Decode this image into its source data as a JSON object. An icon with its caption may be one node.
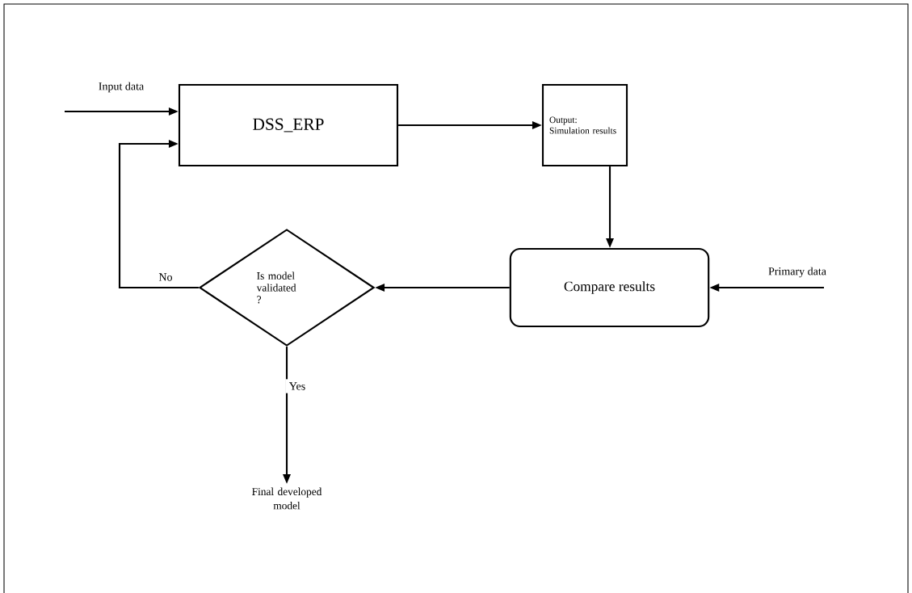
{
  "diagram": {
    "nodes": [
      {
        "text": [
          "DSS_ERP"
        ]
      },
      {
        "text": [
          "Output: Simulation results"
        ]
      },
      {
        "text": [
          "Compare results"
        ]
      },
      {
        "text": [
          "Is model validated ?"
        ]
      },
      {
        "text": [
          "Final developed model"
        ]
      }
    ],
    "edges": [
      {
        "from": null,
        "to": 0,
        "arrow": "to",
        "label": "Input data"
      },
      {
        "from": 0,
        "to": 1,
        "arrow": "to"
      },
      {
        "from": 1,
        "to": 2,
        "arrow": "to"
      },
      {
        "from": null,
        "to": 2,
        "arrow": "to",
        "label": "Primary data"
      },
      {
        "from": 2,
        "to": 3,
        "arrow": "to"
      },
      {
        "from": 3,
        "to": 0,
        "arrow": "to",
        "label": "No"
      },
      {
        "from": 3,
        "to": 4,
        "arrow": "to",
        "label": "Yes"
      }
    ]
  }
}
